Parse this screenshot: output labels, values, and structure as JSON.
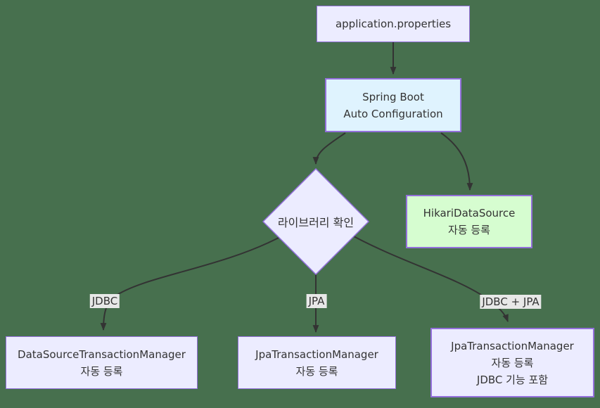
{
  "diagram_type": "flowchart",
  "nodes": {
    "app_properties": {
      "lines": [
        "application.properties"
      ]
    },
    "auto_config": {
      "lines": [
        "Spring Boot",
        "Auto Configuration"
      ]
    },
    "library_check": {
      "lines": [
        "라이브러리 확인"
      ]
    },
    "hikari": {
      "lines": [
        "HikariDataSource",
        "자동 등록"
      ]
    },
    "ds_tx_manager": {
      "lines": [
        "DataSourceTransactionManager",
        "자동 등록"
      ]
    },
    "jpa_tx_manager": {
      "lines": [
        "JpaTransactionManager",
        "자동 등록"
      ]
    },
    "jpa_tx_manager_jdbc": {
      "lines": [
        "JpaTransactionManager",
        "자동 등록",
        "JDBC 기능 포함"
      ]
    }
  },
  "edge_labels": {
    "jdbc": "JDBC",
    "jpa": "JPA",
    "jdbc_jpa": "JDBC + JPA"
  },
  "colors": {
    "background": "#47704E",
    "node_fill": "#ECECFF",
    "node_border": "#9370DB",
    "autoconfig_fill": "#DFF3FE",
    "hikari_fill": "#D6FDD0",
    "edge_color": "#333333",
    "edge_label_bg": "#E8E8E8",
    "text_color": "#333333"
  }
}
